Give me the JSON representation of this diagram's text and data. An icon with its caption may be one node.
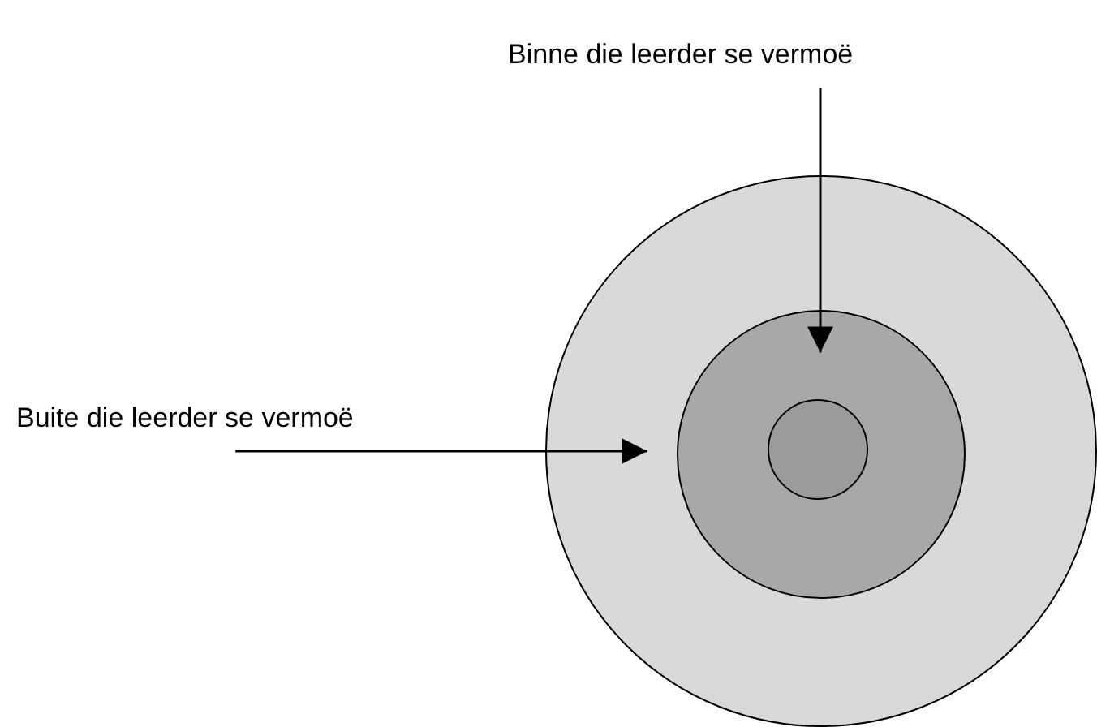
{
  "diagram": {
    "nodes": [
      {
        "text": [
          "Binne die leerder se vermoë"
        ]
      },
      {
        "text": [
          "Buite die leerder se vermoë"
        ]
      },
      {
        "text": [],
        "shape": "circle"
      },
      {
        "text": [],
        "shape": "circle",
        "in": 2
      },
      {
        "text": [],
        "shape": "circle",
        "in": 3
      }
    ],
    "edges": [
      {
        "from": 0,
        "to": 3,
        "arrow": "to"
      },
      {
        "from": 1,
        "to": 2,
        "arrow": "to"
      }
    ]
  }
}
